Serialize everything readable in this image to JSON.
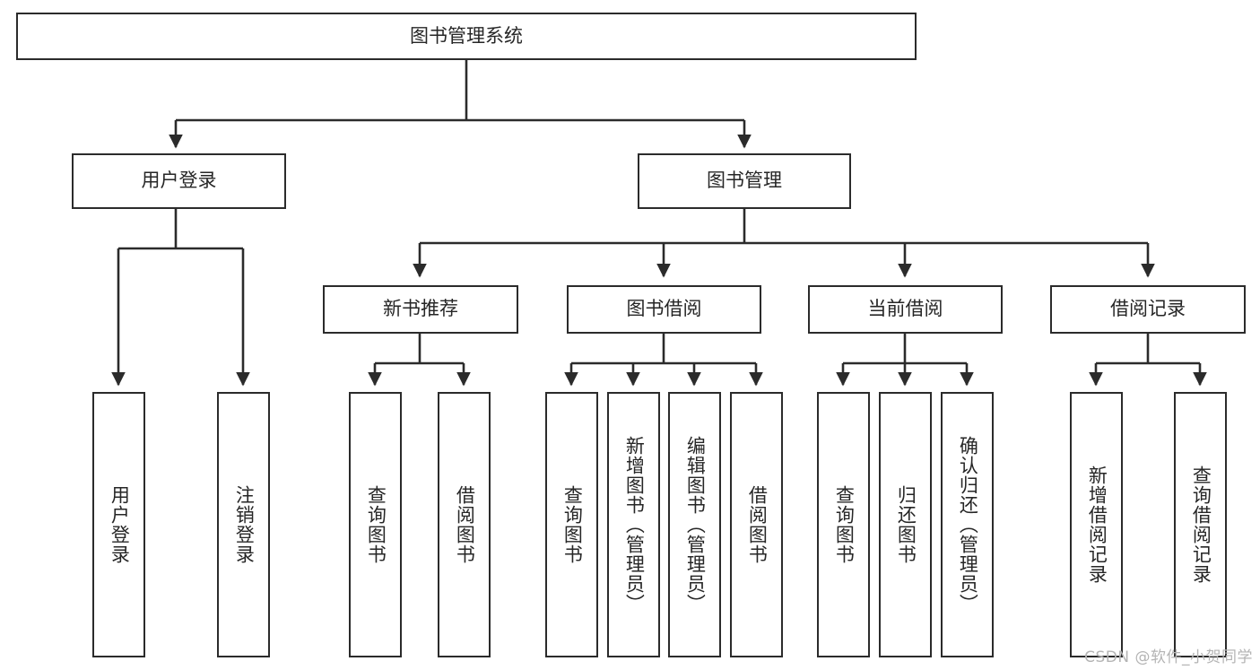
{
  "diagram": {
    "type": "tree",
    "title": "图书管理系统",
    "root": {
      "label": "图书管理系统"
    },
    "level1": [
      {
        "label": "用户登录"
      },
      {
        "label": "图书管理"
      }
    ],
    "level2": [
      {
        "label": "新书推荐"
      },
      {
        "label": "图书借阅"
      },
      {
        "label": "当前借阅"
      },
      {
        "label": "借阅记录"
      }
    ],
    "leaves": {
      "user_login": [
        {
          "label": "用户登录"
        },
        {
          "label": "注销登录"
        }
      ],
      "new_book_recommend": [
        {
          "label": "查询图书"
        },
        {
          "label": "借阅图书"
        }
      ],
      "book_borrow": [
        {
          "label": "查询图书"
        },
        {
          "label": "新增图书（管理员）"
        },
        {
          "label": "编辑图书（管理员）"
        },
        {
          "label": "借阅图书"
        }
      ],
      "current_borrow": [
        {
          "label": "查询图书"
        },
        {
          "label": "归还图书"
        },
        {
          "label": "确认归还（管理员）"
        }
      ],
      "borrow_record": [
        {
          "label": "新增借阅记录"
        },
        {
          "label": "查询借阅记录"
        }
      ]
    }
  },
  "watermark": {
    "text": "CSDN @软件_小贺同学"
  },
  "colors": {
    "stroke": "#2b2b2b",
    "fill": "#ffffff",
    "text": "#262626",
    "watermark": "#b4b4b4"
  }
}
